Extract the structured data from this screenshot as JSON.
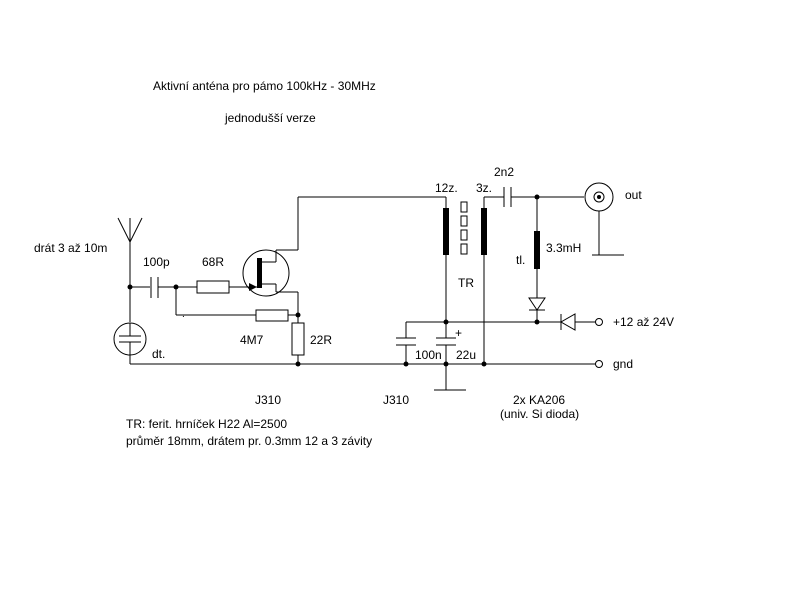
{
  "title": "Aktivní anténa pro pámo 100kHz - 30MHz",
  "subtitle": "jednodušší verze",
  "labels": {
    "antenna": "drát 3 až 10m",
    "choke_dt": "dt.",
    "cap_100p": "100p",
    "res_68r": "68R",
    "res_4m7": "4M7",
    "res_22r": "22R",
    "transistor_1": "J310",
    "transistor_2": "J310",
    "cap_100n": "100n",
    "cap_22u": "22u",
    "plus_sign": "+",
    "tr_primary": "12z.",
    "tr_secondary": "3z.",
    "tr_name": "TR",
    "cap_2n2": "2n2",
    "inductor_tl": "tl.",
    "inductor_value": "3.3mH",
    "out": "out",
    "supply": "+12 až 24V",
    "gnd": "gnd",
    "diodes": "2x KA206",
    "diodes_note": "(univ. Si dioda)"
  },
  "notes": {
    "line1": "TR: ferit. hrníček H22 Al=2500",
    "line2": "průměr 18mm, drátem pr. 0.3mm 12 a 3 závity"
  },
  "colors": {
    "ink": "#000000",
    "background": "#ffffff"
  }
}
